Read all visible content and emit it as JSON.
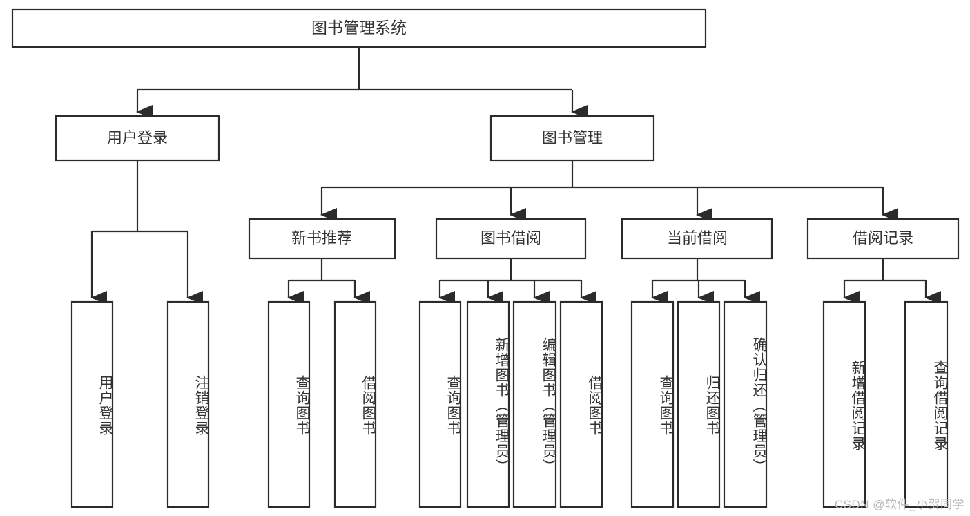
{
  "diagram": {
    "type": "tree",
    "title": "图书管理系统",
    "root": {
      "label": "图书管理系统",
      "children": [
        {
          "label": "用户登录",
          "children": [
            {
              "label": "用户登录"
            },
            {
              "label": "注销登录"
            }
          ]
        },
        {
          "label": "图书管理",
          "children": [
            {
              "label": "新书推荐",
              "children": [
                {
                  "label": "查询图书"
                },
                {
                  "label": "借阅图书"
                }
              ]
            },
            {
              "label": "图书借阅",
              "children": [
                {
                  "label": "查询图书"
                },
                {
                  "label": "新增图书（管理员）"
                },
                {
                  "label": "编辑图书（管理员）"
                },
                {
                  "label": "借阅图书"
                }
              ]
            },
            {
              "label": "当前借阅",
              "children": [
                {
                  "label": "查询图书"
                },
                {
                  "label": "归还图书"
                },
                {
                  "label": "确认归还（管理员）"
                }
              ]
            },
            {
              "label": "借阅记录",
              "children": [
                {
                  "label": "新增借阅记录"
                },
                {
                  "label": "查询借阅记录"
                }
              ]
            }
          ]
        }
      ]
    }
  },
  "labels": {
    "root": "图书管理系统",
    "l1_user_login": "用户登录",
    "l1_book_manage": "图书管理",
    "l2_new_book": "新书推荐",
    "l2_borrow": "图书借阅",
    "l2_current": "当前借阅",
    "l2_record": "借阅记录",
    "leaf_user_login": "用户登录",
    "leaf_logout": "注销登录",
    "leaf_query_book_a": "查询图书",
    "leaf_borrow_book_a": "借阅图书",
    "leaf_query_book_b": "查询图书",
    "leaf_add_book": "新增图书（管理员）",
    "leaf_edit_book": "编辑图书（管理员）",
    "leaf_borrow_book_b": "借阅图书",
    "leaf_query_book_c": "查询图书",
    "leaf_return_book": "归还图书",
    "leaf_confirm_return": "确认归还（管理员）",
    "leaf_add_record": "新增借阅记录",
    "leaf_query_record": "查询借阅记录"
  },
  "watermark": {
    "text": "CSDN @软件_小贺同学"
  },
  "colors": {
    "stroke": "#2b2b2b",
    "box_fill": "#ffffff",
    "text": "#333333",
    "background": "#ffffff",
    "watermark": "#b9b9b9"
  }
}
